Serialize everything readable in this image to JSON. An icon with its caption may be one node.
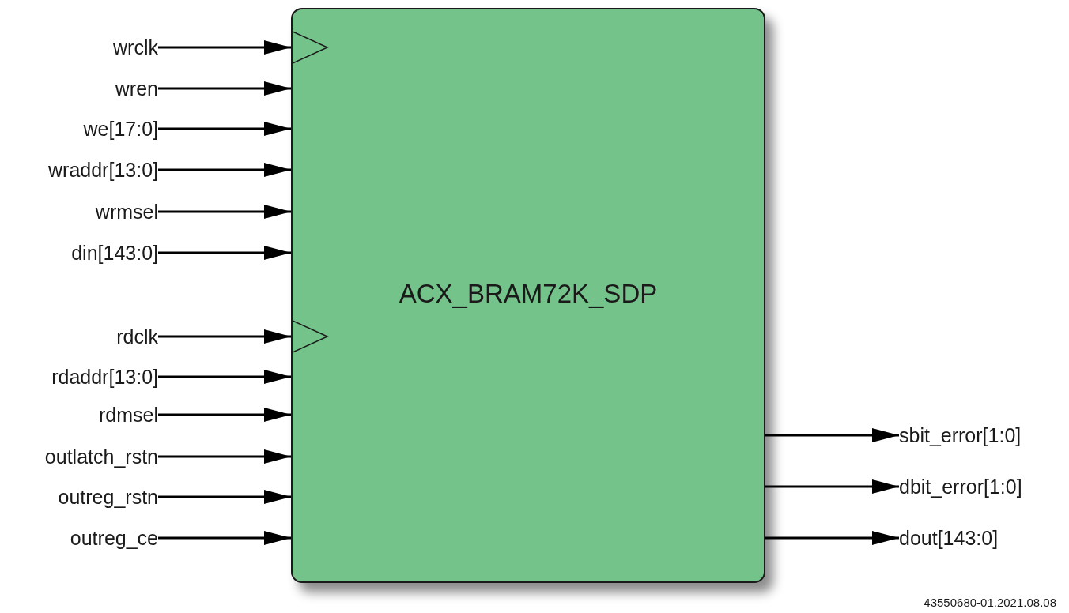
{
  "diagram": {
    "nodes": [
      {
        "text": [
          "ACX_BRAM72K_SDP"
        ]
      },
      {
        "text": [
          "wrclk"
        ]
      },
      {
        "text": [
          "wren"
        ]
      },
      {
        "text": [
          "we[17:0]"
        ]
      },
      {
        "text": [
          "wraddr[13:0]"
        ]
      },
      {
        "text": [
          "wrmsel"
        ]
      },
      {
        "text": [
          "din[143:0]"
        ]
      },
      {
        "text": [
          "rdclk"
        ]
      },
      {
        "text": [
          "rdaddr[13:0]"
        ]
      },
      {
        "text": [
          "rdmsel"
        ]
      },
      {
        "text": [
          "outlatch_rstn"
        ]
      },
      {
        "text": [
          "outreg_rstn"
        ]
      },
      {
        "text": [
          "outreg_ce"
        ]
      },
      {
        "text": [
          "sbit_error[1:0]"
        ]
      },
      {
        "text": [
          "dbit_error[1:0]"
        ]
      },
      {
        "text": [
          "dout[143:0]"
        ]
      }
    ],
    "edges": [
      {
        "from": 1,
        "to": 0,
        "arrow": "to"
      },
      {
        "from": 2,
        "to": 0,
        "arrow": "to"
      },
      {
        "from": 3,
        "to": 0,
        "arrow": "to"
      },
      {
        "from": 4,
        "to": 0,
        "arrow": "to"
      },
      {
        "from": 5,
        "to": 0,
        "arrow": "to"
      },
      {
        "from": 6,
        "to": 0,
        "arrow": "to"
      },
      {
        "from": 7,
        "to": 0,
        "arrow": "to"
      },
      {
        "from": 8,
        "to": 0,
        "arrow": "to"
      },
      {
        "from": 9,
        "to": 0,
        "arrow": "to"
      },
      {
        "from": 10,
        "to": 0,
        "arrow": "to"
      },
      {
        "from": 11,
        "to": 0,
        "arrow": "to"
      },
      {
        "from": 12,
        "to": 0,
        "arrow": "to"
      },
      {
        "from": 0,
        "to": 13,
        "arrow": "to"
      },
      {
        "from": 0,
        "to": 14,
        "arrow": "to"
      },
      {
        "from": 0,
        "to": 15,
        "arrow": "to"
      }
    ],
    "labels": [
      "43550680-01.2021.08.08"
    ]
  }
}
